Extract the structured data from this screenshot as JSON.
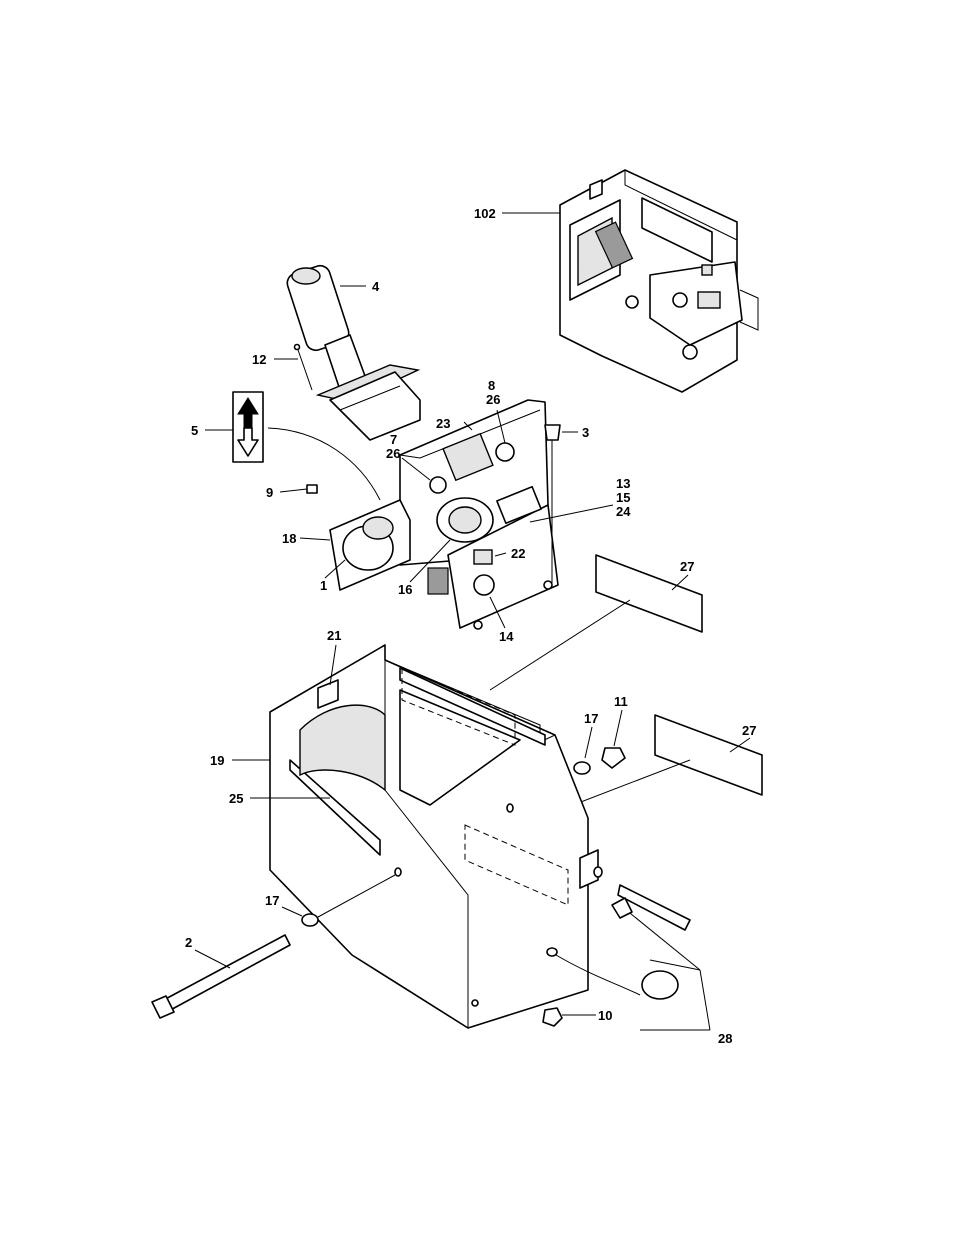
{
  "callouts": {
    "c1": "1",
    "c2": "2",
    "c3": "3",
    "c4": "4",
    "c5": "5",
    "c7": "7",
    "c8": "8",
    "c9": "9",
    "c10": "10",
    "c11": "11",
    "c12": "12",
    "c13": "13",
    "c14": "14",
    "c15": "15",
    "c16": "16",
    "c17a": "17",
    "c17b": "17",
    "c18": "18",
    "c19": "19",
    "c21": "21",
    "c22": "22",
    "c23": "23",
    "c24": "24",
    "c25": "25",
    "c26a": "26",
    "c26b": "26",
    "c27a": "27",
    "c27b": "27",
    "c28": "28",
    "c102": "102"
  }
}
